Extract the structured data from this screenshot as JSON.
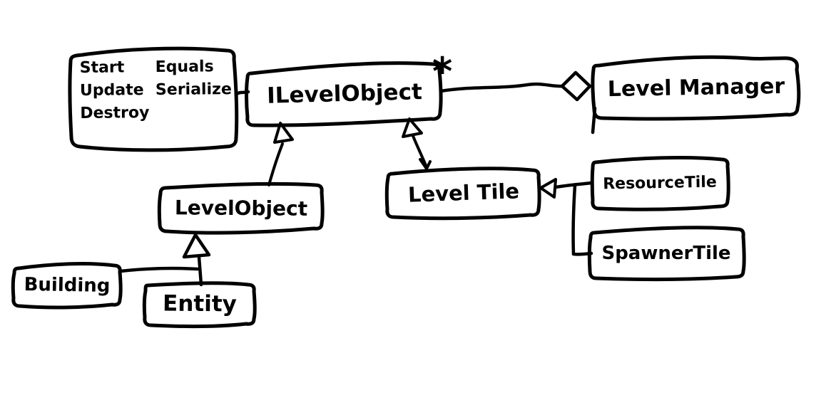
{
  "canvas": {
    "background": "#ffffff",
    "ink_color": "#000000"
  },
  "boxes": {
    "interface_methods": {
      "items": [
        "Start",
        "Equals",
        "Update",
        "Serialize",
        "Destroy"
      ]
    },
    "ilevel_object": {
      "label": "ILevelObject",
      "multiplicity": "*"
    },
    "level_manager": {
      "label": "Level Manager"
    },
    "level_object": {
      "label": "LevelObject"
    },
    "level_tile": {
      "label": "Level Tile"
    },
    "resource_tile": {
      "label": "ResourceTile"
    },
    "spawner_tile": {
      "label": "SpawnerTile"
    },
    "building": {
      "label": "Building"
    },
    "entity": {
      "label": "Entity"
    }
  },
  "connections": [
    {
      "from": "interface_methods_note",
      "to": "ILevelObject",
      "type": "attachment"
    },
    {
      "from": "ILevelObject",
      "to": "Level Manager",
      "type": "aggregation",
      "multiplicity": "*"
    },
    {
      "from": "LevelObject",
      "to": "ILevelObject",
      "type": "inheritance"
    },
    {
      "from": "Level Tile",
      "to": "ILevelObject",
      "type": "inheritance"
    },
    {
      "from": "ResourceTile",
      "to": "Level Tile",
      "type": "inheritance"
    },
    {
      "from": "SpawnerTile",
      "to": "Level Tile",
      "type": "inheritance"
    },
    {
      "from": "Building",
      "to": "LevelObject",
      "type": "inheritance"
    },
    {
      "from": "Entity",
      "to": "LevelObject",
      "type": "inheritance"
    }
  ]
}
